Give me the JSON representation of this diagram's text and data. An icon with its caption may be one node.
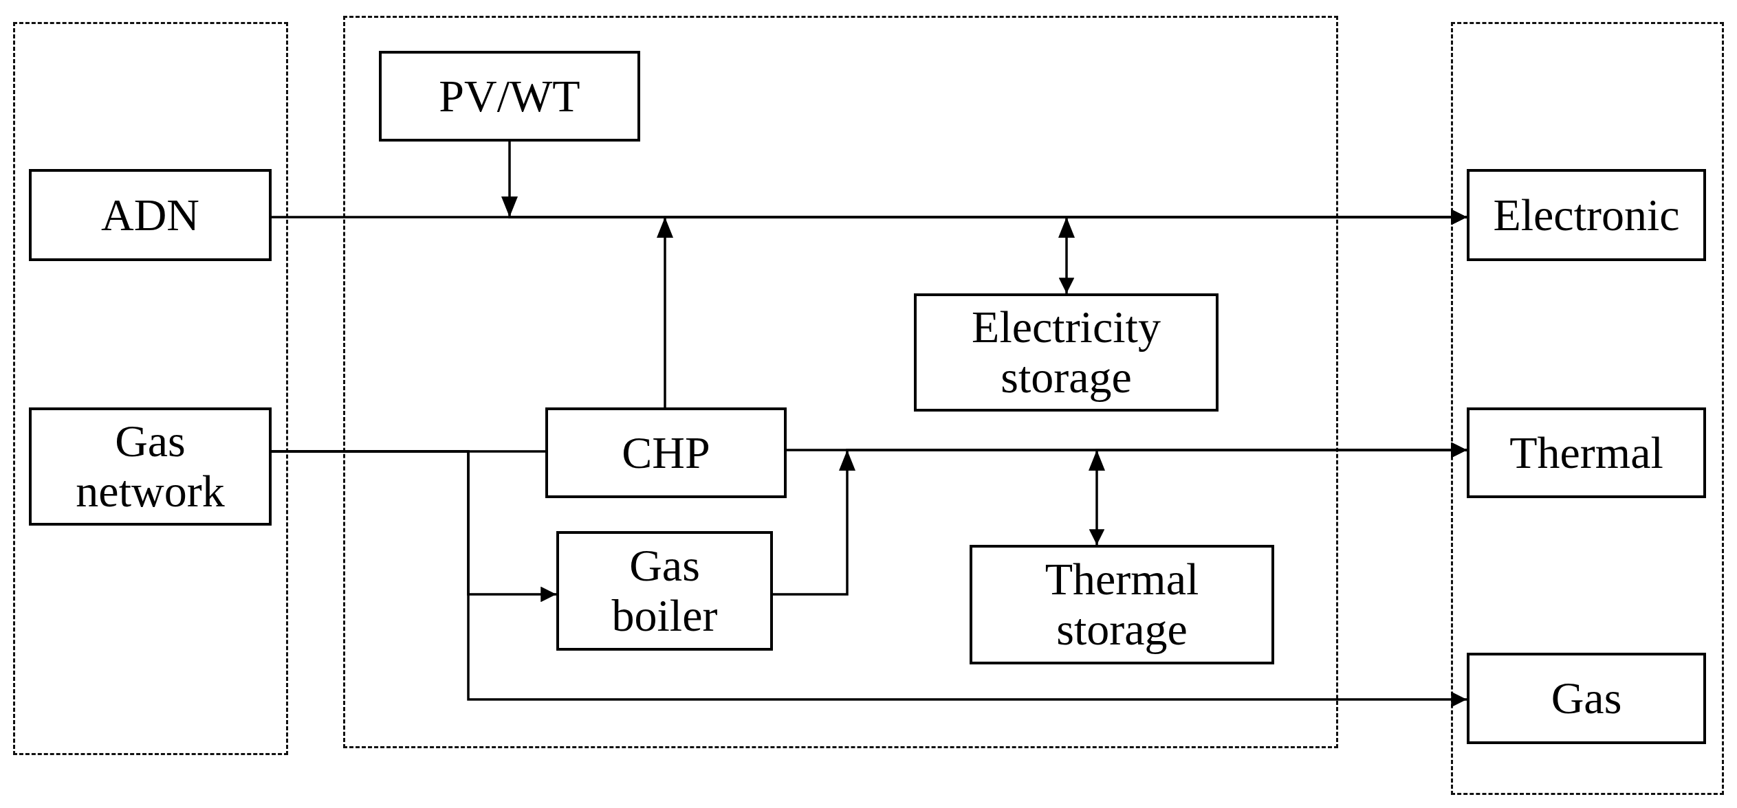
{
  "diagram": {
    "nodes": [
      {
        "text": [],
        "shape": "box"
      },
      {
        "text": [],
        "shape": "box"
      },
      {
        "text": [],
        "shape": "box"
      },
      {
        "text": [
          "ADN"
        ],
        "in": 0
      },
      {
        "text": [
          "Gas network"
        ],
        "in": 0
      },
      {
        "text": [
          "PV/WT"
        ],
        "in": 1
      },
      {
        "text": [
          "CHP"
        ],
        "in": 1
      },
      {
        "text": [
          "Electricity storage"
        ],
        "in": 1
      },
      {
        "text": [
          "Gas boiler"
        ],
        "in": 1
      },
      {
        "text": [
          "Thermal storage"
        ],
        "in": 1
      },
      {
        "text": [
          "Electronic"
        ],
        "in": 2
      },
      {
        "text": [
          "Thermal"
        ],
        "in": 2
      },
      {
        "text": [
          "Gas"
        ],
        "in": 2
      }
    ],
    "edges": [
      {
        "from": 3,
        "to": 10,
        "arrow": "to"
      },
      {
        "from": 5,
        "to": 10,
        "arrow": "to"
      },
      {
        "from": 6,
        "to": 10,
        "arrow": "to"
      },
      {
        "from": 7,
        "to": 10,
        "arrow": "both"
      },
      {
        "from": 4,
        "to": 6,
        "arrow": "none"
      },
      {
        "from": 4,
        "to": 8,
        "arrow": "to"
      },
      {
        "from": 4,
        "to": 12,
        "arrow": "to"
      },
      {
        "from": 6,
        "to": 11,
        "arrow": "to"
      },
      {
        "from": 8,
        "to": 11,
        "arrow": "to"
      },
      {
        "from": 9,
        "to": 11,
        "arrow": "both"
      }
    ]
  }
}
